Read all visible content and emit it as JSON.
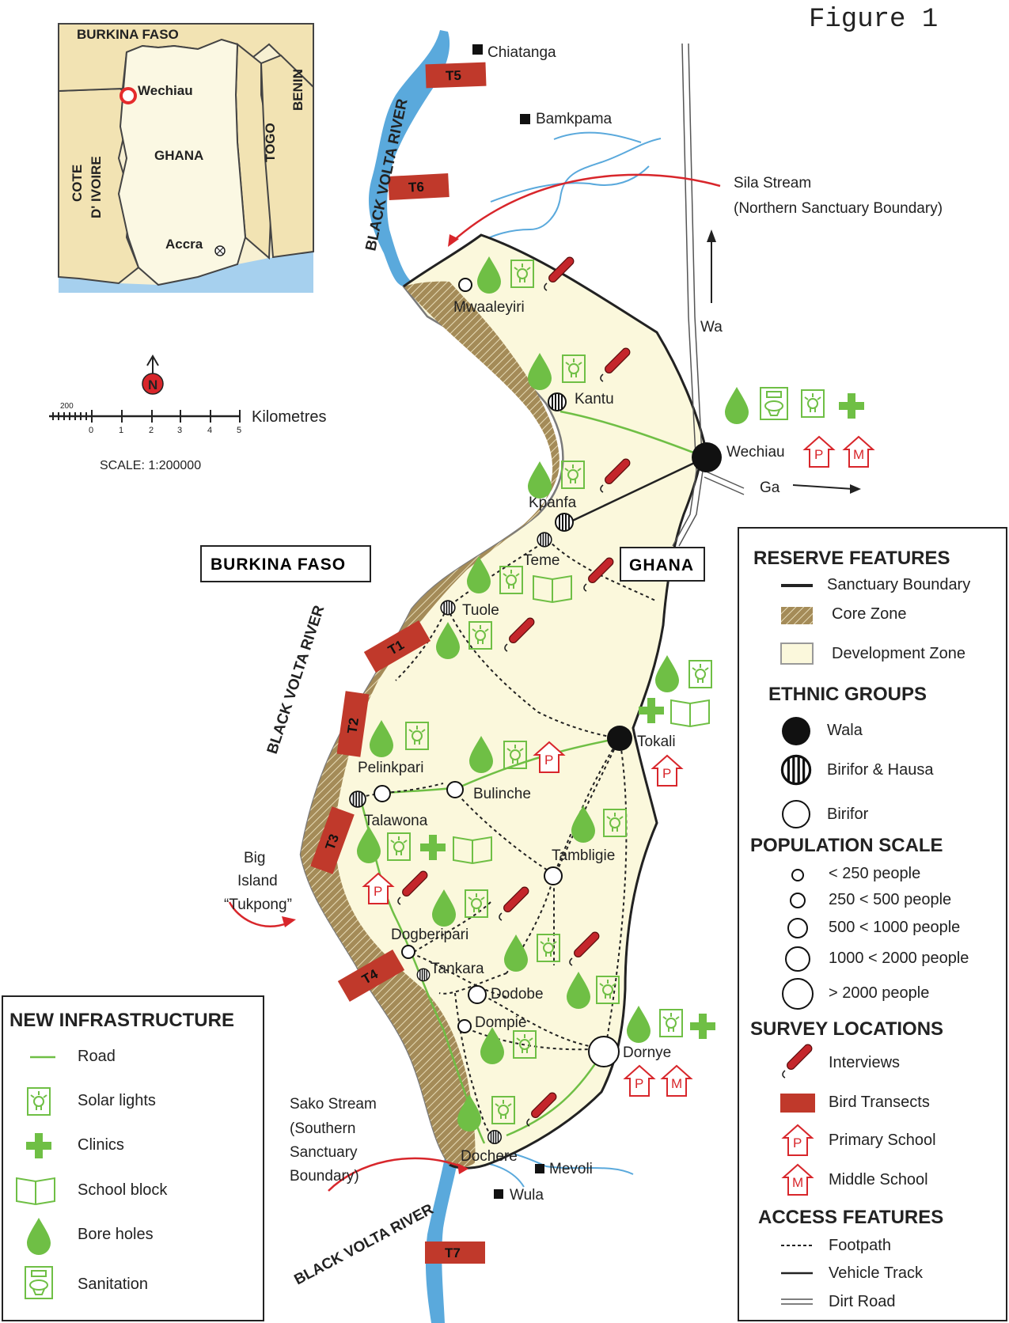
{
  "figure_title": "Figure 1",
  "inset": {
    "countries": [
      "BURKINA FASO",
      "GHANA",
      "TOGO",
      "BENIN",
      "COTE",
      "D' IVOIRE"
    ],
    "cities": [
      "Wechiau",
      "Accra"
    ]
  },
  "scale": {
    "ticks": [
      "200",
      "0",
      "1",
      "2",
      "3",
      "4",
      "5"
    ],
    "unit": "Kilometres",
    "ratio": "SCALE:  1:200000",
    "north": "N"
  },
  "map_labels": {
    "country_burkina": "BURKINA FASO",
    "country_ghana": "GHANA",
    "river": "BLACK VOLTA RIVER",
    "sila_line1": "Sila Stream",
    "sila_line2": "(Northern Sanctuary Boundary)",
    "sako_line1": "Sako Stream",
    "sako_line2": "(Southern",
    "sako_line3": "Sanctuary",
    "sako_line4": "Boundary)",
    "island_line1": "Big",
    "island_line2": "Island",
    "island_line3": "“Tukpong”",
    "wa": "Wa",
    "ga": "Ga"
  },
  "villages": {
    "chiatanga": "Chiatanga",
    "bamkpama": "Bamkpama",
    "mwaaleyiri": "Mwaaleyiri",
    "kantu": "Kantu",
    "wechiau": "Wechiau",
    "kpanfa": "Kpanfa",
    "teme": "Teme",
    "tuole": "Tuole",
    "tokali": "Tokali",
    "pelinkpari": "Pelinkpari",
    "bulinche": "Bulinche",
    "talawona": "Talawona",
    "tambligie": "Tambligie",
    "dogberipari": "Dogberipari",
    "tankara": "Tankara",
    "dodobe": "Dodobe",
    "dompie": "Dompie",
    "dornye": "Dornye",
    "dochere": "Dochere",
    "mevoli": "Mevoli",
    "wula": "Wula"
  },
  "transects": [
    "T5",
    "T6",
    "T1",
    "T2",
    "T3",
    "T4",
    "T7"
  ],
  "school_letters": {
    "primary": "P",
    "middle": "M"
  },
  "legend_infra": {
    "title": "NEW INFRASTRUCTURE",
    "items": [
      "Road",
      "Solar lights",
      "Clinics",
      "School block",
      "Bore holes",
      "Sanitation"
    ]
  },
  "legend_reserve": {
    "title": "RESERVE FEATURES",
    "items": [
      "Sanctuary Boundary",
      "Core Zone",
      "Development Zone"
    ],
    "ethnic_title": "ETHNIC GROUPS",
    "ethnic_items": [
      "Wala",
      "Birifor & Hausa",
      "Birifor"
    ],
    "pop_title": "POPULATION SCALE",
    "pop_items": [
      "< 250 people",
      "250 < 500 people",
      "500 < 1000 people",
      "1000 < 2000 people",
      "> 2000 people"
    ],
    "survey_title": "SURVEY LOCATIONS",
    "survey_items": [
      "Interviews",
      "Bird Transects",
      "Primary School",
      "Middle School"
    ],
    "access_title": "ACCESS FEATURES",
    "access_items": [
      "Footpath",
      "Vehicle Track",
      "Dirt Road"
    ]
  },
  "colors": {
    "river": "#5aa9dc",
    "sanctuary_fill": "#fbf8dc",
    "core_zone": "#9c8450",
    "green": "#6fbf45",
    "red": "#d8262b",
    "transect": "#c0392b",
    "inset_land": "#f7f0d2"
  }
}
